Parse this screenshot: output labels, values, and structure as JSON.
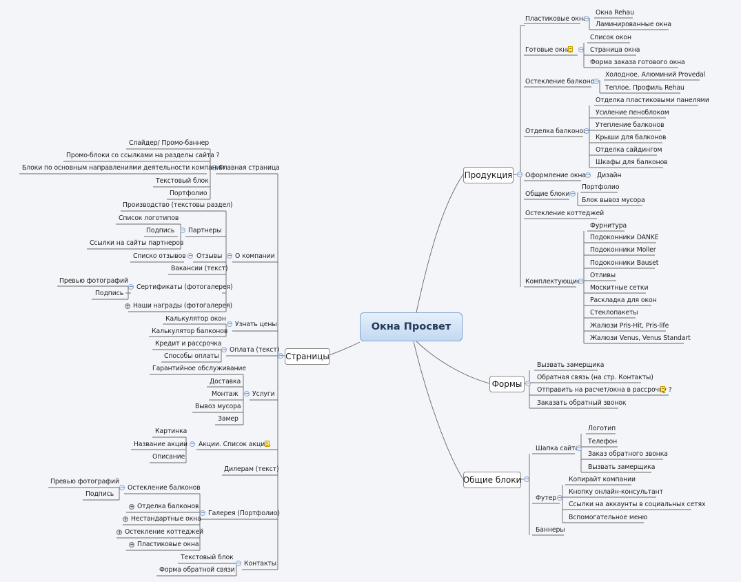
{
  "colors": {
    "background": "#f4f5f9",
    "line": "#666666",
    "central_fill": "#c2d8f2",
    "central_border": "#7ea3cf",
    "collapse_icon": "#3d6aa8"
  },
  "mindmap": {
    "central": "Окна Просвет",
    "main": {
      "produkciya": "Продукция",
      "stranicy": "Страницы",
      "formy": "Формы",
      "obshchie": "Общие блоки"
    },
    "produkciya": {
      "plastik": "Пластиковые окна",
      "okna_rehau": "Окна Rehau",
      "laminir": "Ламинированные окна",
      "gotovye": "Готовые окна",
      "spisok_okon": "Список окон",
      "stranica_okna": "Страница окна",
      "forma_zakaza": "Форма заказа готового окна",
      "osteklenie_balk": "Остекление балконов",
      "holodnoe": "Холодное. Алюминий Provedal",
      "teploe": "Теплое. Профиль Rehau",
      "otdelka_balk": "Отделка балконов",
      "otdelka_plast": "Отделка пластиковыми панелями",
      "usilenie": "Усиление пеноблоком",
      "uteplenie": "Утепление балконов",
      "kryshi": "Крыши для балконов",
      "otdelka_sayd": "Отделка сайдингом",
      "shkafy": "Шкафы для балконов",
      "oformlenie": "Оформление окна",
      "dizain": "Дизайн",
      "obshchie_bloki": "Общие блоки",
      "portfolio": "Портфолио",
      "blok_vyvoz": "Блок вывоз мусора",
      "osteklenie_kott": "Остекление коттеджей",
      "komplekt": "Комплектующие",
      "furnitura": "Фурнитура",
      "podok_danke": "Подоконники DANKE",
      "podok_moller": "Подоконники Moller",
      "podok_bauset": "Подоконники Bauset",
      "otlivy": "Отливы",
      "moskit": "Москитные сетки",
      "raskladka": "Раскладка для окон",
      "steklopak": "Стеклопакеты",
      "zhal_pris": "Жалюзи Pris-Hit, Pris-life",
      "zhal_venus": "Жалюзи Venus, Venus Standart"
    },
    "formy": {
      "vyzvat": "Вызвать замерщика",
      "obratnaya": "Обратная связь (на стр. Контакты)",
      "otpravit": "Отправить на расчет/окна в рассрочку ?",
      "zakazat": "Заказать обратный звонок"
    },
    "obshchie": {
      "shapka": "Шапка сайта",
      "logotip": "Логотип",
      "telefon": "Телефон",
      "zakaz_zvonka": "Заказ обратного звонка",
      "vyzvat_zam": "Вызвать замерщика",
      "futer": "Футер",
      "kopirait": "Копирайт компании",
      "knopku": "Кнопку онлайн-консультант",
      "ssylki_soc": "Ссылки на аккаунты в социальных сетях",
      "vspomog": "Вспомогательное меню",
      "bannery": "Баннеры"
    },
    "stranicy": {
      "glavnaya": "Главная страница",
      "slaider": "Слайдер/ Промо-баннер",
      "promo": "Промо-блоки со ссылками на разделы сайта ?",
      "bloki_napr": "Блоки по основным направлениями деятельности компании",
      "tekst_blok": "Текстовый блок",
      "portfolio": "Портфолио",
      "o_kompanii": "О компании",
      "proizvodstvo": "Производство (текстовы раздел)",
      "partnery": "Партнеры",
      "spisok_logo": "Список логотипов",
      "podpis": "Подпись",
      "ssylki_partn": "Ссылки на сайты партнеров",
      "otzyvy": "Отзывы",
      "spisko_otz": "Списко отзывов",
      "vakansii": "Вакансии (текст)",
      "sertifikaty": "Сертификаты (фотогалерея)",
      "prevyu": "Превью фотографий",
      "podpis2": "Подпись",
      "nagrady": "Наши награды (фотогалерея)",
      "uznat": "Узнать цены",
      "kalk_okon": "Калькулятор окон",
      "kalk_balk": "Калькулятор балконов",
      "oplata": "Оплата (текст)",
      "kredit": "Кредит и рассрочка",
      "sposoby": "Способы оплаты",
      "uslugi": "Услуги",
      "garant": "Гарантийное обслуживание",
      "dostavka": "Доставка",
      "montazh": "Монтаж",
      "vyvoz": "Вывоз мусора",
      "zamer": "Замер",
      "akcii": "Акции. Список акций.",
      "kartinka": "Картинка",
      "nazvanie": "Название акции",
      "opisanie": "Описание",
      "dileram": "Дилерам (текст)",
      "galereya": "Галерея (Портфолио)",
      "ost_balk": "Остекление балконов",
      "prevyu2": "Превью фотографий",
      "podpis3": "Подпись",
      "otd_balk": "Отделка балконов",
      "nestand": "Нестандартные окна",
      "ost_kott": "Остекление коттеджей",
      "plast_okna": "Пластиковые окна",
      "kontakty": "Контакты",
      "tekst_blok2": "Текстовый блок",
      "forma_obr": "Форма обратной связи"
    }
  }
}
